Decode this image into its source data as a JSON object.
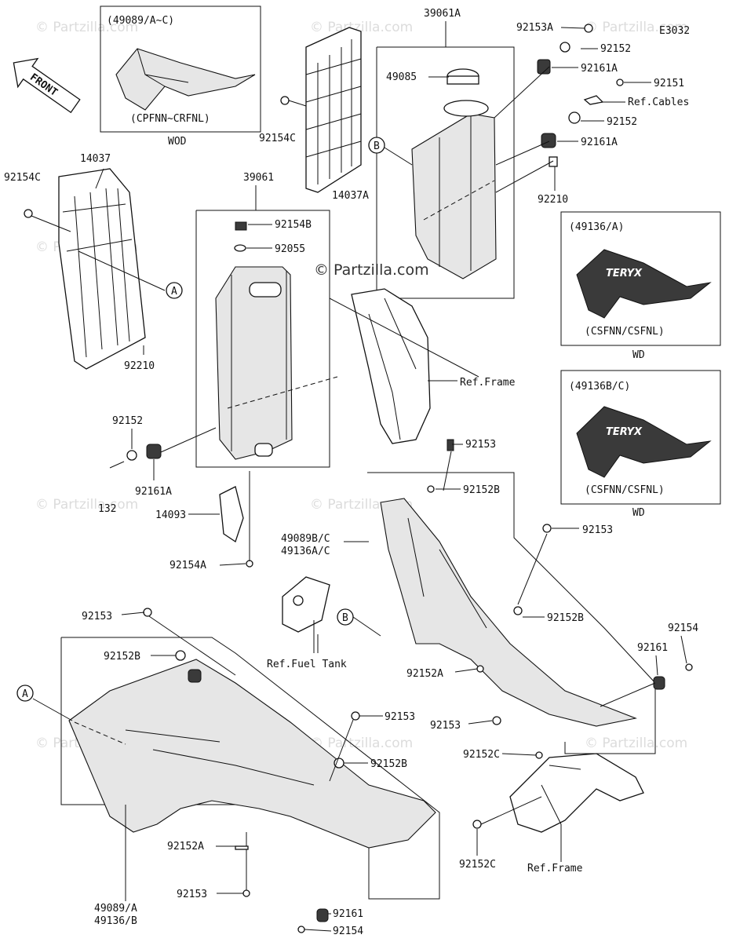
{
  "diagram_code": "E3032",
  "watermark": "© Partzilla.com",
  "front_arrow_label": "FRONT",
  "callouts": {
    "A": "A",
    "B": "B"
  },
  "boxes": {
    "wod_top": {
      "header": "(49089/A~C)",
      "footer": "(CPFNN~CRFNL)",
      "caption": "WOD"
    },
    "wd_a": {
      "header": "(49136/A)",
      "footer": "(CSFNN/CSFNL)",
      "caption": "WD"
    },
    "wd_bc": {
      "header": "(49136B/C)",
      "footer": "(CSFNN/CSFNL)",
      "caption": "WD"
    }
  },
  "labels": {
    "p39061A": "39061A",
    "p92153A": "92153A",
    "p92152_a": "92152",
    "p49085": "49085",
    "p92161A_a": "92161A",
    "p92151": "92151",
    "ref_cables": "Ref.Cables",
    "p92152_b": "92152",
    "p92161A_b": "92161A",
    "p92210_a": "92210",
    "p92154C_a": "92154C",
    "p14037A": "14037A",
    "p92154C_b": "92154C",
    "p14037": "14037",
    "p39061": "39061",
    "p92154B": "92154B",
    "p92055": "92055",
    "p92210_b": "92210",
    "ref_frame_a": "Ref.Frame",
    "p92152_c": "92152",
    "p132": "132",
    "p92161A_c": "92161A",
    "p14093": "14093",
    "p92154A": "92154A",
    "p92153_a": "92153",
    "p92152B_a": "92152B",
    "p49089BC": "49089B/C",
    "p49136AC": "49136A/C",
    "p92153_b": "92153",
    "p92152B_b": "92152B",
    "p92154_a": "92154",
    "p92161_a": "92161",
    "p92153_c": "92153",
    "p92152B_c": "92152B",
    "ref_fuel_tank": "Ref.Fuel Tank",
    "p92152A_a": "92152A",
    "p92153_d": "92153",
    "p92152C_a": "92152C",
    "p92153_e": "92153",
    "p92152B_d": "92152B",
    "p92152A_b": "92152A",
    "p92152C_b": "92152C",
    "ref_frame_b": "Ref.Frame",
    "p49089A": "49089/A",
    "p49136B": "49136/B",
    "p92153_f": "92153",
    "p92161_b": "92161",
    "p92154_b": "92154"
  },
  "graphic_text": "TERYX"
}
